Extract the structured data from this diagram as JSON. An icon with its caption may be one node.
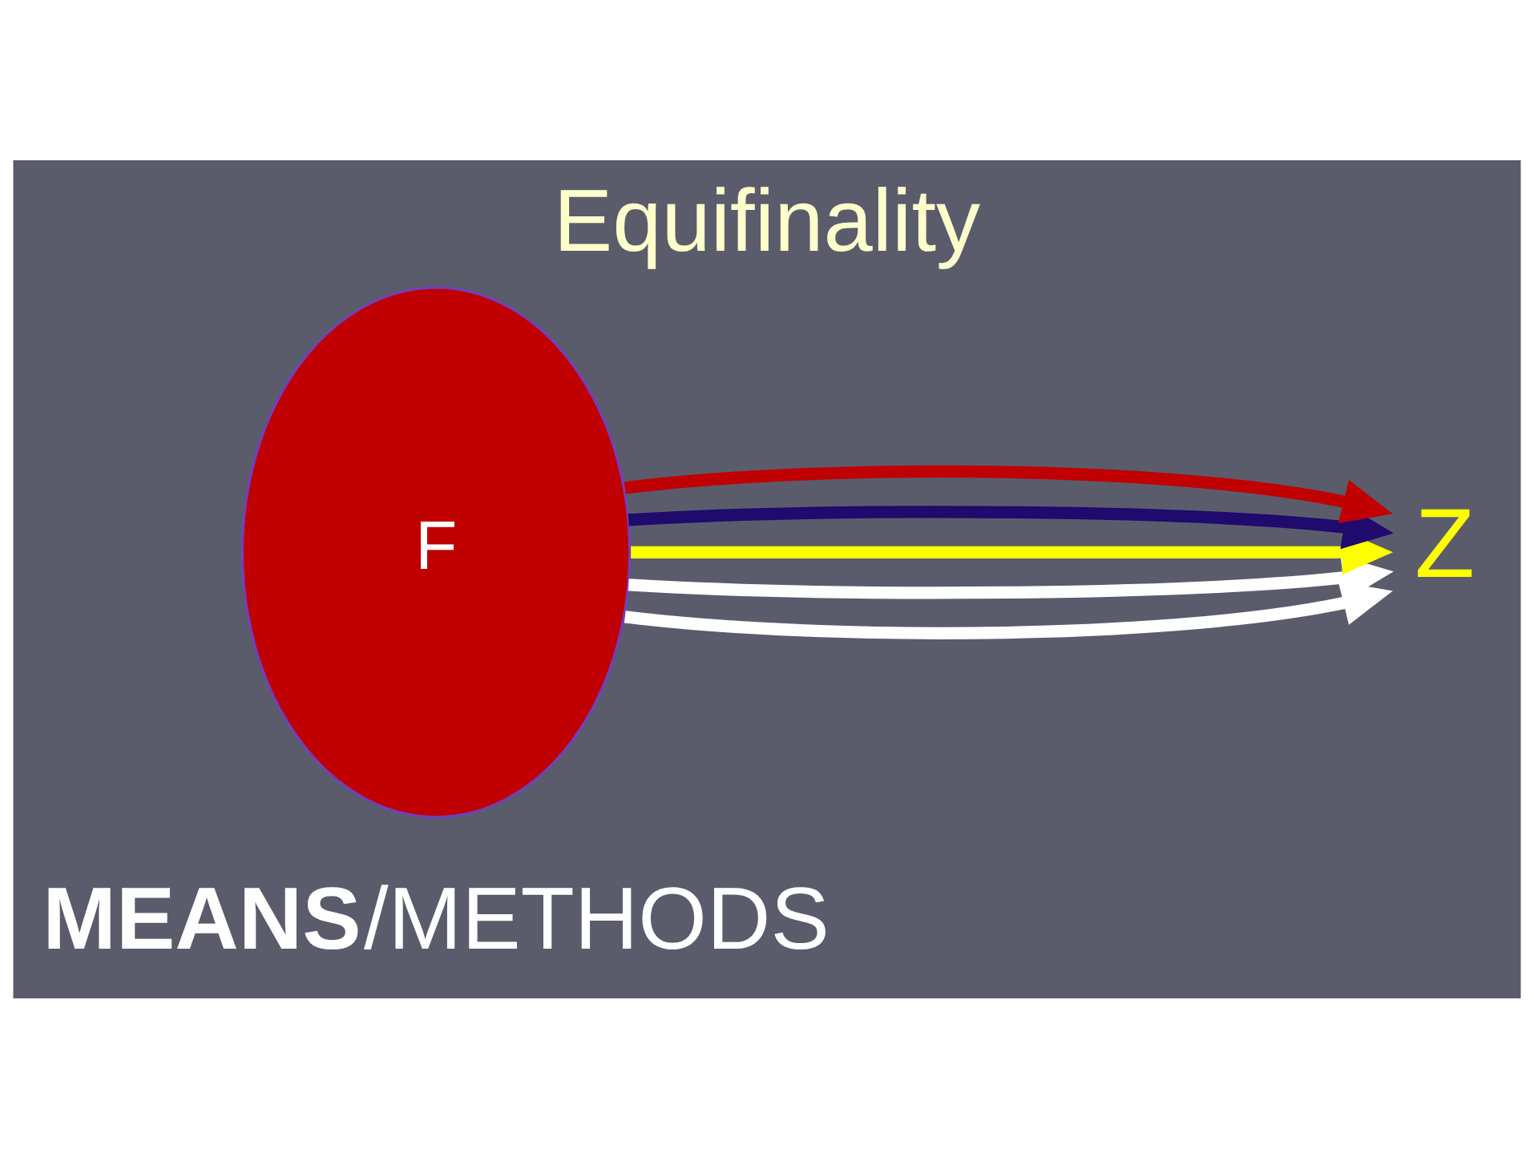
{
  "diagram": {
    "title": "Equifinality",
    "caption": "**MEANS**/METHODS",
    "nodes": [
      {
        "text": [
          "F"
        ]
      },
      {
        "text": [
          "Z"
        ]
      }
    ],
    "edges": [
      {
        "from": 0,
        "to": 1,
        "arrow": "to",
        "color": "#ffffff"
      },
      {
        "from": 0,
        "to": 1,
        "arrow": "to",
        "color": "#ffffff"
      },
      {
        "from": 0,
        "to": 1,
        "arrow": "to",
        "color": "#ffff00"
      },
      {
        "from": 0,
        "to": 1,
        "arrow": "to",
        "color": "#1f0a6e"
      },
      {
        "from": 0,
        "to": 1,
        "arrow": "to",
        "color": "#c00000"
      }
    ]
  }
}
